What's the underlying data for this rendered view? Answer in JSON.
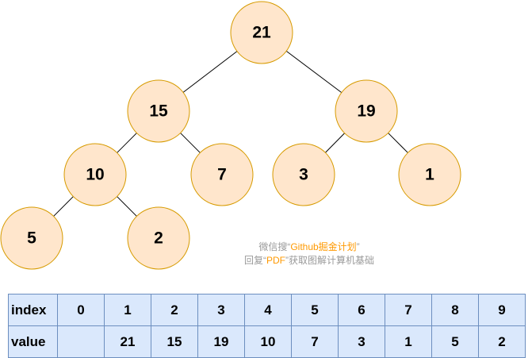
{
  "tree": {
    "nodes": [
      {
        "id": "n0",
        "value": "21"
      },
      {
        "id": "n1",
        "value": "15"
      },
      {
        "id": "n2",
        "value": "19"
      },
      {
        "id": "n3",
        "value": "10"
      },
      {
        "id": "n4",
        "value": "7"
      },
      {
        "id": "n5",
        "value": "3"
      },
      {
        "id": "n6",
        "value": "1"
      },
      {
        "id": "n7",
        "value": "5"
      },
      {
        "id": "n8",
        "value": "2"
      }
    ],
    "edges": [
      [
        "n0",
        "n1"
      ],
      [
        "n0",
        "n2"
      ],
      [
        "n1",
        "n3"
      ],
      [
        "n1",
        "n4"
      ],
      [
        "n2",
        "n5"
      ],
      [
        "n2",
        "n6"
      ],
      [
        "n3",
        "n7"
      ],
      [
        "n3",
        "n8"
      ]
    ],
    "node_fill": "#ffe6cc",
    "node_stroke": "#d79b00"
  },
  "watermark": {
    "line1_pre": "微信搜“",
    "line1_hl": "Github掘金计划",
    "line1_post": "”",
    "line2_pre": "回复“",
    "line2_hl": "PDF",
    "line2_post": "”获取图解计算机基础",
    "highlight_color": "#ff9900"
  },
  "array": {
    "index_label": "index",
    "value_label": "value",
    "indices": [
      "0",
      "1",
      "2",
      "3",
      "4",
      "5",
      "6",
      "7",
      "8",
      "9"
    ],
    "values": [
      "",
      "21",
      "15",
      "19",
      "10",
      "7",
      "3",
      "1",
      "5",
      "2"
    ],
    "cell_fill": "#dae8fc",
    "cell_stroke": "#6c8ebf"
  }
}
